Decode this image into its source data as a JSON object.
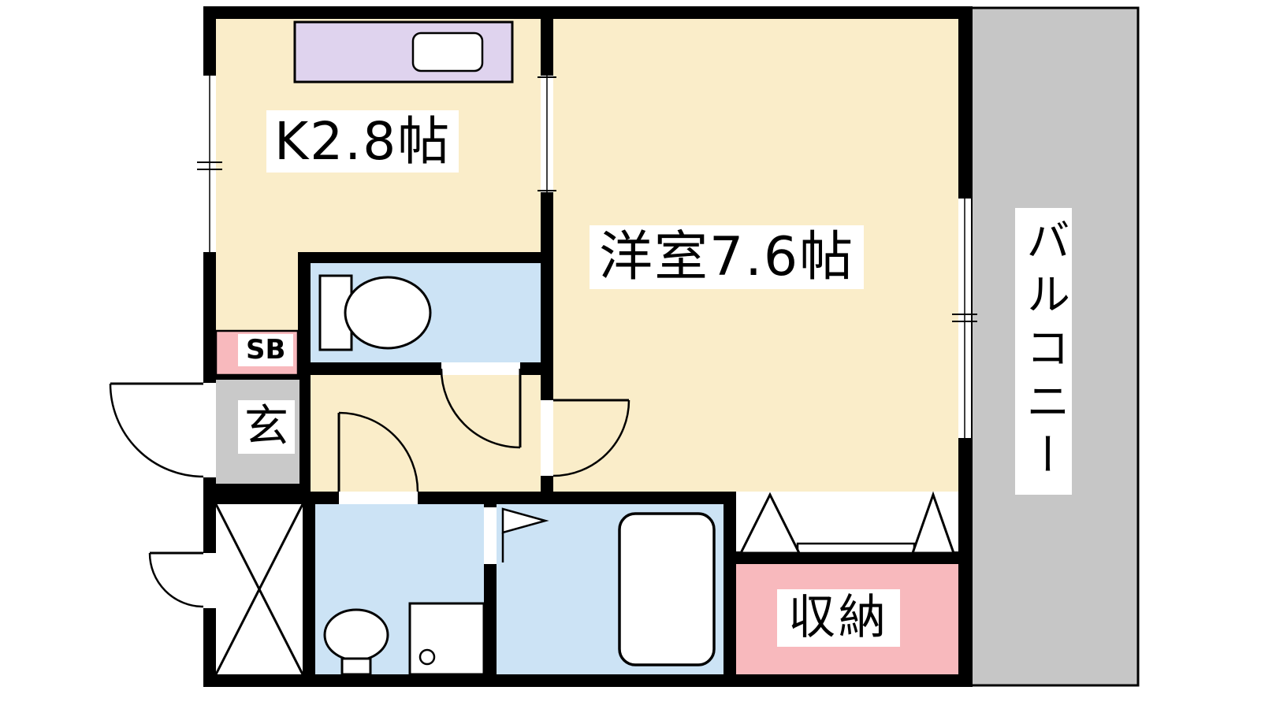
{
  "floorplan": {
    "type": "apartment-1K-floorplan",
    "labels": {
      "kitchen": "K2.8帖",
      "western_room": "洋室7.6帖",
      "balcony": "バルコニー",
      "storage": "収納",
      "entrance": "玄",
      "shoe_box": "SB"
    },
    "colors": {
      "room_cream": "#FAEDC9",
      "wet_area_blue": "#CCE3F5",
      "closet_pink": "#F8B9BD",
      "entrance_gray": "#C9C9C9",
      "balcony_gray": "#C6C6C6",
      "kitchen_counter_purple": "#DFD3EE",
      "wall_black": "#000000",
      "background_white": "#FFFFFF"
    },
    "fixtures": {
      "kitchen_counter": "kitchen-counter-with-sink-icon",
      "toilet": "toilet-icon",
      "bathtub": "bathtub-icon",
      "washbasin": "washbasin-icon",
      "washing_machine_pan": "washing-machine-pan-icon",
      "service_shaft": "x-cross-shaft-icon",
      "closet_doors": "folding-door-triangle-icons",
      "doors": "swing-door-arc-icons",
      "windows": "window-tick-icons"
    }
  }
}
